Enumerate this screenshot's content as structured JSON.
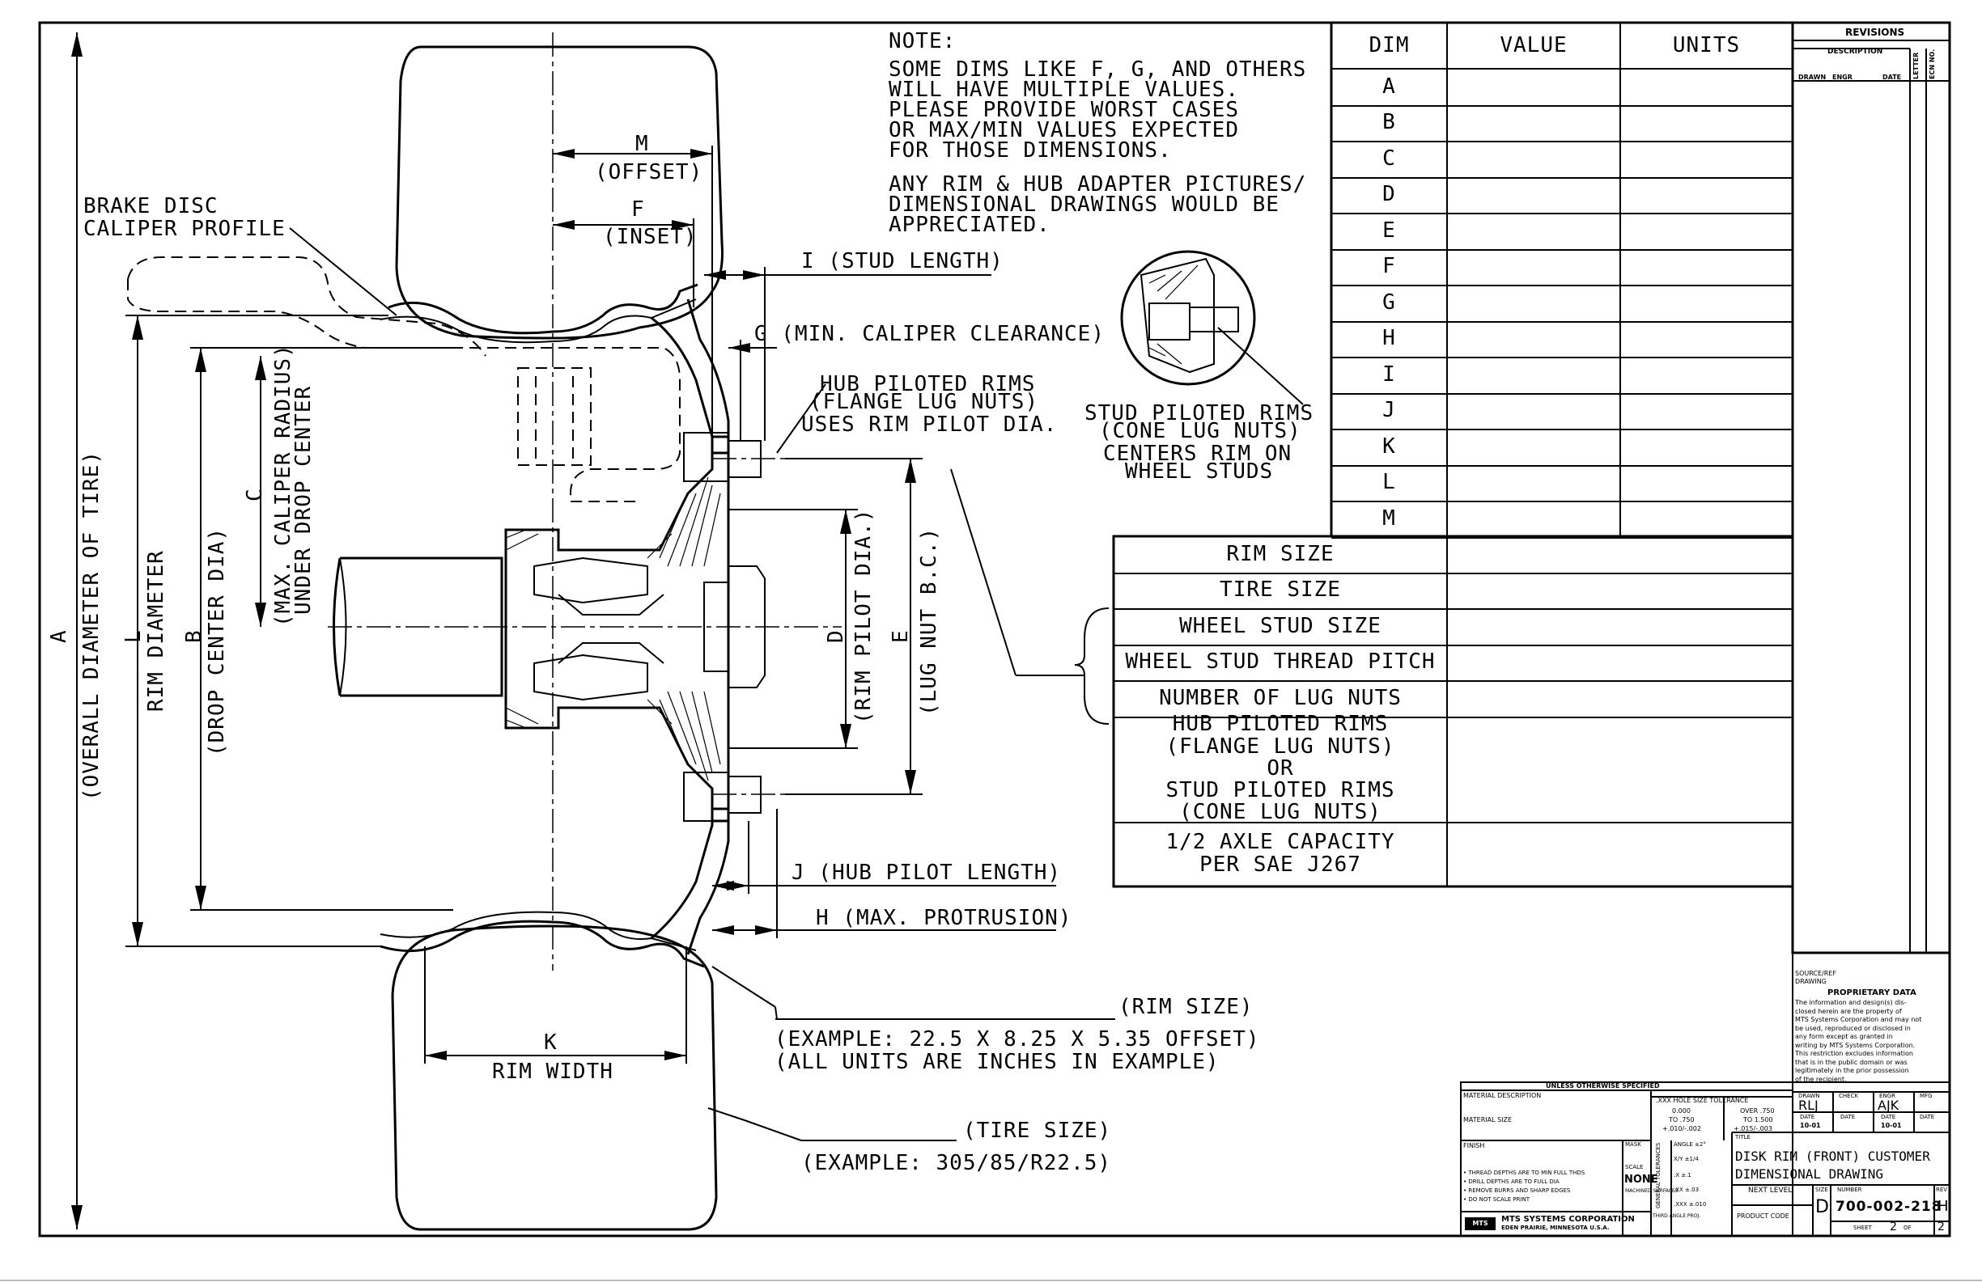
{
  "note": {
    "heading": "NOTE:",
    "p1": [
      "SOME DIMS LIKE F, G, AND OTHERS",
      "WILL HAVE MULTIPLE VALUES.",
      "PLEASE PROVIDE WORST CASES",
      "OR MAX/MIN VALUES EXPECTED",
      "FOR THOSE DIMENSIONS."
    ],
    "p2": [
      "ANY RIM & HUB ADAPTER PICTURES/",
      "DIMENSIONAL DRAWINGS WOULD BE",
      "APPRECIATED."
    ]
  },
  "dims_table": {
    "headers": [
      "DIM",
      "VALUE",
      "UNITS"
    ],
    "rows": [
      "A",
      "B",
      "C",
      "D",
      "E",
      "F",
      "G",
      "H",
      "I",
      "J",
      "K",
      "L",
      "M"
    ]
  },
  "spec_table": {
    "rows": [
      [
        "RIM SIZE"
      ],
      [
        "TIRE SIZE"
      ],
      [
        "WHEEL STUD SIZE"
      ],
      [
        "WHEEL STUD THREAD PITCH"
      ],
      [
        "NUMBER OF LUG NUTS"
      ],
      [
        "HUB PILOTED RIMS",
        "(FLANGE LUG NUTS)",
        "OR",
        "STUD PILOTED RIMS",
        "(CONE LUG NUTS)"
      ],
      [
        "1/2 AXLE CAPACITY",
        "PER SAE J267"
      ]
    ]
  },
  "labels": {
    "m_dim": "M",
    "m_name": "(OFFSET)",
    "f_dim": "F",
    "f_name": "(INSET)",
    "i_label": "I (STUD LENGTH)",
    "g_label": "G (MIN. CALIPER CLEARANCE)",
    "brake1": "BRAKE DISC",
    "brake2": "CALIPER PROFILE",
    "hub1": "HUB PILOTED RIMS",
    "hub2": "(FLANGE LUG NUTS)",
    "hub3": "USES RIM PILOT DIA.",
    "stud1": "STUD PILOTED RIMS",
    "stud2": "(CONE LUG NUTS)",
    "stud3": "CENTERS RIM ON",
    "stud4": "WHEEL STUDS",
    "j_label": "J (HUB PILOT LENGTH)",
    "h_label": "H (MAX. PROTRUSION)",
    "k_dim": "K",
    "k_name": "RIM WIDTH",
    "rim_size": "(RIM SIZE)",
    "rim_example1": "(EXAMPLE: 22.5 X 8.25 X 5.35 OFFSET)",
    "rim_example2": "(ALL UNITS ARE INCHES IN EXAMPLE)",
    "tire_size": "(TIRE SIZE)",
    "tire_example": "(EXAMPLE: 305/85/R22.5)",
    "a_vert": "A",
    "a_name": "(OVERALL DIAMETER OF TIRE)",
    "l_vert": "L",
    "l_name": "RIM DIAMETER",
    "b_vert": "B",
    "b_name": "(DROP CENTER DIA)",
    "c_vert": "C",
    "c_name1": "(MAX. CALIPER RADIUS)",
    "c_name2": "UNDER DROP CENTER",
    "d_vert": "D",
    "d_name": "(RIM PILOT DIA.)",
    "e_vert": "E",
    "e_name": "(LUG NUT B.C.)"
  },
  "revisions": {
    "title": "REVISIONS",
    "description": "DESCRIPTION",
    "drawn": "DRAWN",
    "engr": "ENGR",
    "date": "DATE",
    "letter": "LETTER",
    "ecn": "ECN NO."
  },
  "title_block": {
    "source_ref": "SOURCE/REF",
    "drawing": "DRAWING",
    "proprietary_title": "PROPRIETARY DATA",
    "proprietary_text": [
      "The information and design(s) dis-",
      "closed herein are the property of",
      "MTS Systems Corporation and may not",
      "be used, reproduced or disclosed in",
      "any form except as granted in",
      "writing by MTS Systems Corporation.",
      "This restriction excludes information",
      "that is in the public domain or was",
      "legitimately in the prior possession",
      "of the recipient."
    ],
    "unless": "UNLESS OTHERWISE SPECIFIED",
    "material_desc": "MATERIAL DESCRIPTION",
    "material_size": "MATERIAL SIZE",
    "finish": "FINISH",
    "mask": "MASK",
    "hole_tol": ".XXX HOLE SIZE TOLERANCE",
    "tol1a": "0.000",
    "tol1b": "TO .750",
    "tol1c": "+.010/-.002",
    "tol2a": "OVER .750",
    "tol2b": "TO 1.500",
    "tol2c": "+.015/-.003",
    "angle": "ANGLE ±2°",
    "frac": "X/Y ±1/4",
    "x": ".X ±.1",
    "xx": ".XX ±.03",
    "xxx": ".XXX ±.010",
    "general_tol": "GENERAL TOLERANCES",
    "notes": [
      "• THREAD DEPTHS ARE TO MIN FULL THDS",
      "• DRILL DEPTHS ARE TO FULL DIA",
      "• REMOVE BURRS AND SHARP EDGES",
      "• DO NOT SCALE PRINT"
    ],
    "scale_label": "SCALE",
    "scale": "NONE",
    "machined": "MACHINED SURFACES",
    "third_angle": "THIRD ANGLE PROJ.",
    "company": "MTS SYSTEMS CORPORATION",
    "address": "EDEN PRAIRIE, MINNESOTA U.S.A.",
    "drawn_label": "DRAWN",
    "drawn": "RLJ",
    "check_label": "CHECK",
    "engr_label": "ENGR",
    "engr": "AJK",
    "mfg_label": "MFG",
    "date_label": "DATE",
    "drawn_date": "10-01",
    "engr_date": "10-01",
    "title_label": "TITLE",
    "title1": "DISK RIM (FRONT) CUSTOMER",
    "title2": "DIMENSIONAL DRAWING",
    "next_level": "NEXT LEVEL",
    "product_code": "PRODUCT CODE",
    "size_label": "SIZE",
    "size": "D",
    "number_label": "NUMBER",
    "number": "700-002-218",
    "rev_label": "REV",
    "rev": "H",
    "sheet_label": "SHEET",
    "sheet": "2",
    "of_label": "OF",
    "sheet_total": "2"
  }
}
